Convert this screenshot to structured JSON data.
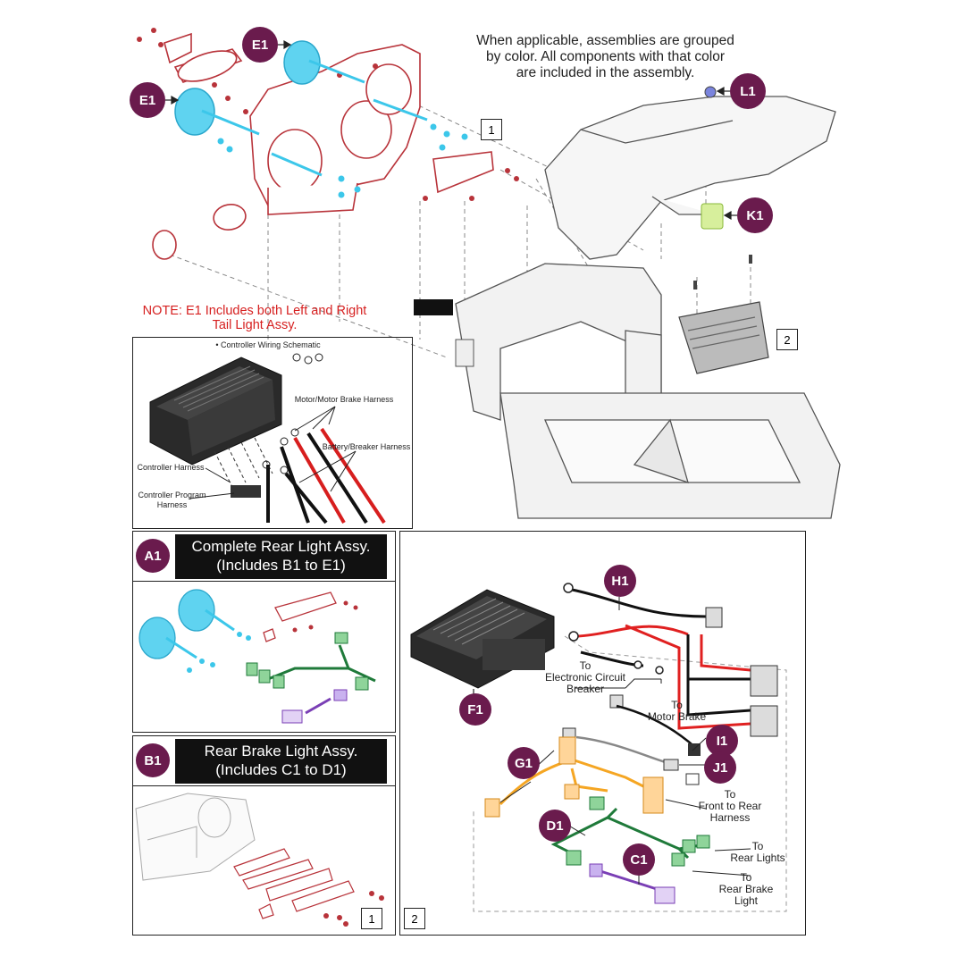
{
  "intro_note": {
    "line1": "When applicable, assemblies are grouped",
    "line2": "by color. All components with that color",
    "line3": "are included in the assembly."
  },
  "e1_note": {
    "line1": "NOTE: E1 Includes both Left and Right",
    "line2": "Tail Light Assy."
  },
  "callouts": {
    "e1": "E1",
    "l1": "L1",
    "k1": "K1",
    "a1": "A1",
    "b1": "B1",
    "f1": "F1",
    "h1": "H1",
    "i1": "I1",
    "j1": "J1",
    "g1": "G1",
    "d1": "D1",
    "c1": "C1"
  },
  "figure_numbers": {
    "one": "1",
    "two": "2"
  },
  "schematic": {
    "title": "• Controller Wiring Schematic",
    "motor_brake_harness": "Motor/Motor Brake Harness",
    "battery_breaker_harness": "Battery/Breaker Harness",
    "controller_harness": "Controller Harness",
    "controller_program_line1": "Controller Program",
    "controller_program_line2": "Harness"
  },
  "panel_a1": {
    "title_line1": "Complete Rear Light Assy.",
    "title_line2": "(Includes B1 to E1)"
  },
  "panel_b1": {
    "title_line1": "Rear Brake Light Assy.",
    "title_line2": "(Includes C1 to D1)"
  },
  "panel_2": {
    "to_breaker_line1": "To",
    "to_breaker_line2": "Electronic Circuit",
    "to_breaker_line3": "Breaker",
    "to_motor_line1": "To",
    "to_motor_line2": "Motor Brake",
    "to_front_line1": "To",
    "to_front_line2": "Front to Rear",
    "to_front_line3": "Harness",
    "to_rear_lights_line1": "To",
    "to_rear_lights_line2": "Rear Lights",
    "to_rear_brake_line1": "To",
    "to_rear_brake_line2": "Rear Brake",
    "to_rear_brake_line3": "Light"
  },
  "colors": {
    "callout": "#6a1b4d",
    "red_assembly": "#b8333a",
    "blue_light": "#3cc7ea",
    "green_harness": "#1f7a3a",
    "orange_harness": "#f5a623",
    "purple_harness": "#7a3fb5",
    "red_wire": "#e02020",
    "lime_switch": "#b8e05a",
    "l1_blue": "#5a64c8"
  }
}
